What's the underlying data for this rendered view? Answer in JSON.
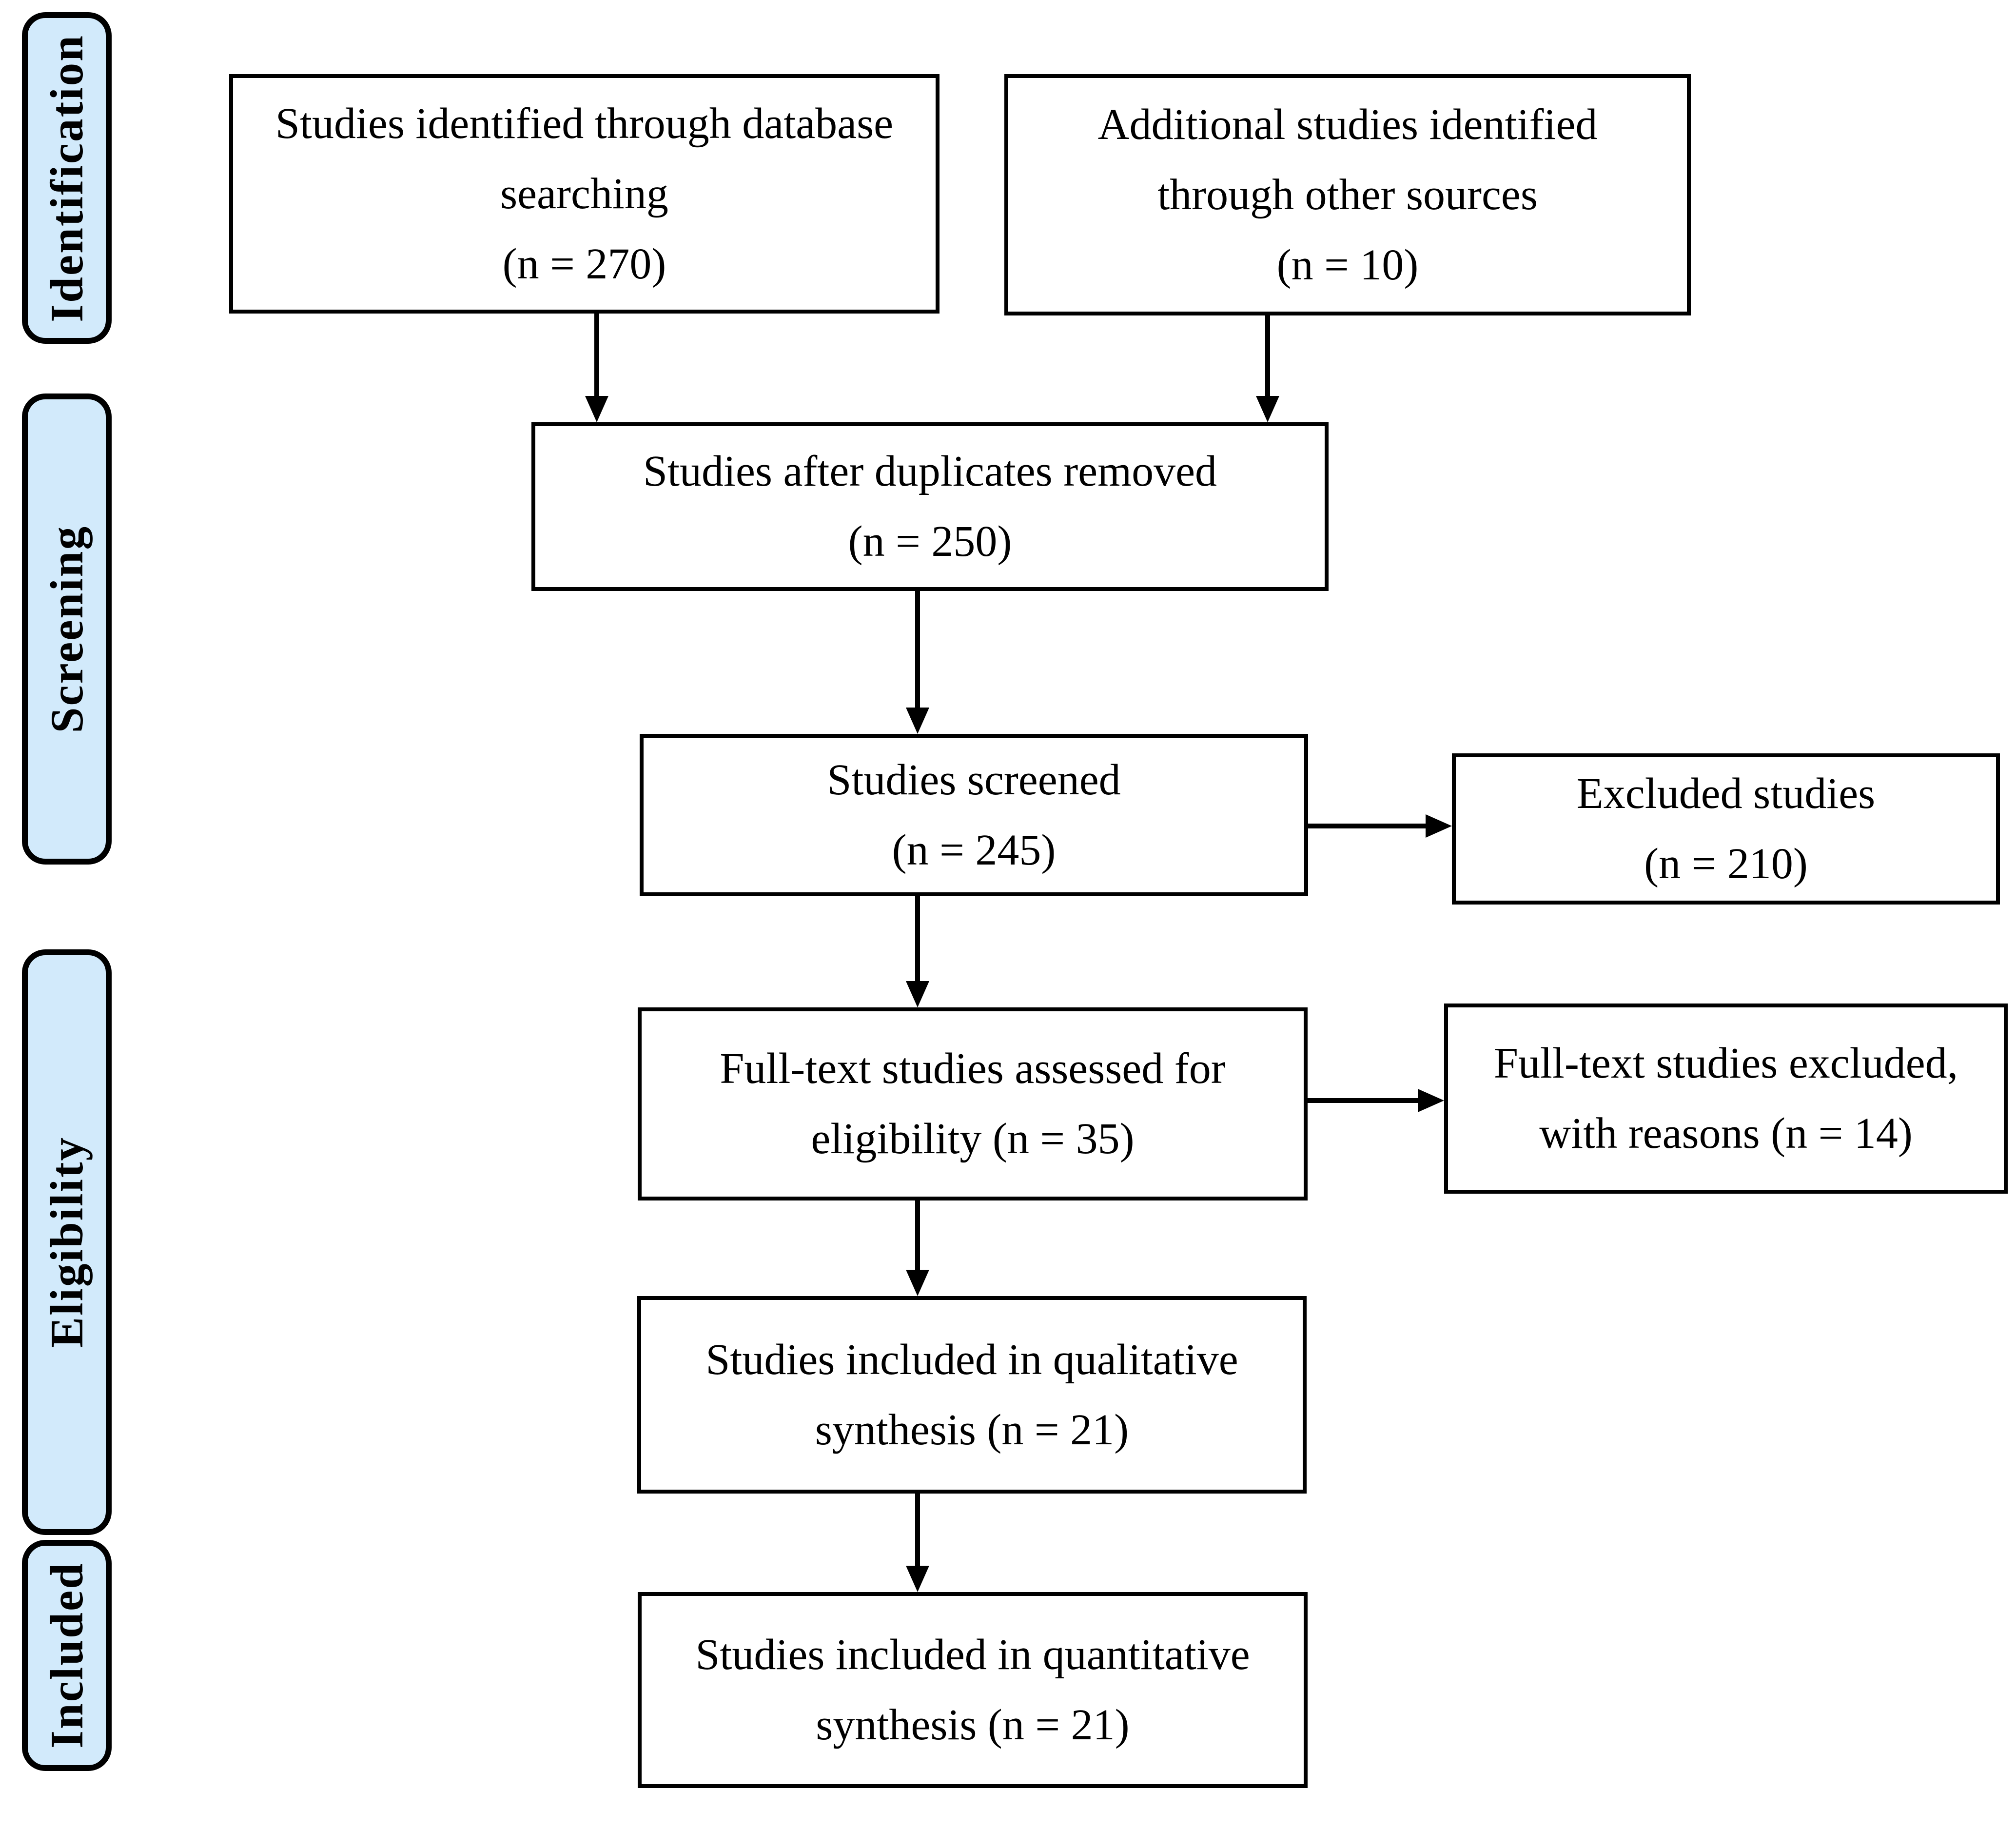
{
  "figure": {
    "type": "prisma-flow-diagram",
    "stage_labels": [
      "Identification",
      "Screening",
      "Eligibility",
      "Included"
    ],
    "boxes": {
      "identified_database": {
        "lines": [
          "Studies identified through database",
          "searching",
          "(n = 270)"
        ]
      },
      "identified_other": {
        "lines": [
          "Additional studies identified",
          "through other sources",
          "(n = 10)"
        ]
      },
      "duplicates_removed": {
        "lines": [
          "Studies after duplicates removed",
          "(n = 250)"
        ]
      },
      "screened": {
        "lines": [
          "Studies screened",
          "(n = 245)"
        ]
      },
      "excluded": {
        "lines": [
          "Excluded studies",
          "(n = 210)"
        ]
      },
      "fulltext_assessed": {
        "lines": [
          "Full-text studies assessed for",
          "eligibility (n = 35)"
        ]
      },
      "fulltext_excluded": {
        "lines": [
          "Full-text studies excluded,",
          "with reasons (n = 14)"
        ]
      },
      "qualitative": {
        "lines": [
          "Studies included in qualitative",
          "synthesis (n = 21)"
        ]
      },
      "quantitative": {
        "lines": [
          "Studies included in quantitative",
          "synthesis (n = 21)"
        ]
      }
    },
    "counts": {
      "identified_database": 270,
      "identified_other": 10,
      "after_duplicates": 250,
      "screened": 245,
      "excluded": 210,
      "fulltext_assessed": 35,
      "fulltext_excluded": 14,
      "qualitative_synthesis": 21,
      "quantitative_synthesis": 21
    },
    "colors": {
      "stage_fill": "#d2eafb",
      "stage_border": "#000000",
      "box_fill": "#ffffff",
      "box_border": "#000000",
      "arrow": "#000000",
      "background": "#ffffff"
    }
  }
}
